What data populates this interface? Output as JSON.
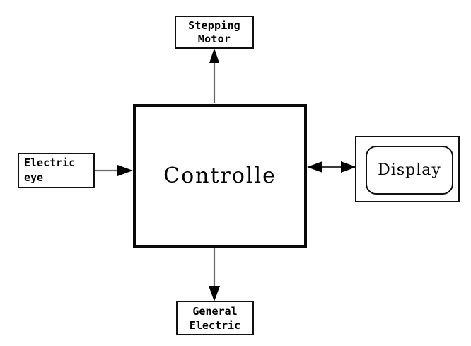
{
  "diagram": {
    "type": "block-diagram",
    "background_color": "#ffffff",
    "line_color": "#6b6b6b",
    "arrowhead_color": "#000000",
    "border_color": "#111111",
    "nodes": {
      "stepping_motor": {
        "label_line1": "Stepping",
        "label_line2": "Motor",
        "shape": "rectangle"
      },
      "electric_eye": {
        "label_line1": "Electric",
        "label_line2": "eye",
        "shape": "rectangle"
      },
      "controller": {
        "label": "Controlle",
        "shape": "rectangle-thick"
      },
      "display": {
        "label": "Display",
        "shape": "rounded-rectangle-in-rectangle"
      },
      "general_electric": {
        "label_line1": "General",
        "label_line2": "Electric",
        "shape": "rectangle"
      }
    },
    "connectors": [
      {
        "name": "controller-to-stepping-motor",
        "from": "controller",
        "to": "stepping_motor",
        "direction": "up",
        "arrowheads": "single"
      },
      {
        "name": "electric-eye-to-controller",
        "from": "electric_eye",
        "to": "controller",
        "direction": "right",
        "arrowheads": "single"
      },
      {
        "name": "controller-to-display",
        "from": "controller",
        "to": "display",
        "direction": "bidirectional",
        "arrowheads": "double"
      },
      {
        "name": "controller-to-general-electric",
        "from": "controller",
        "to": "general_electric",
        "direction": "down",
        "arrowheads": "single"
      }
    ]
  }
}
